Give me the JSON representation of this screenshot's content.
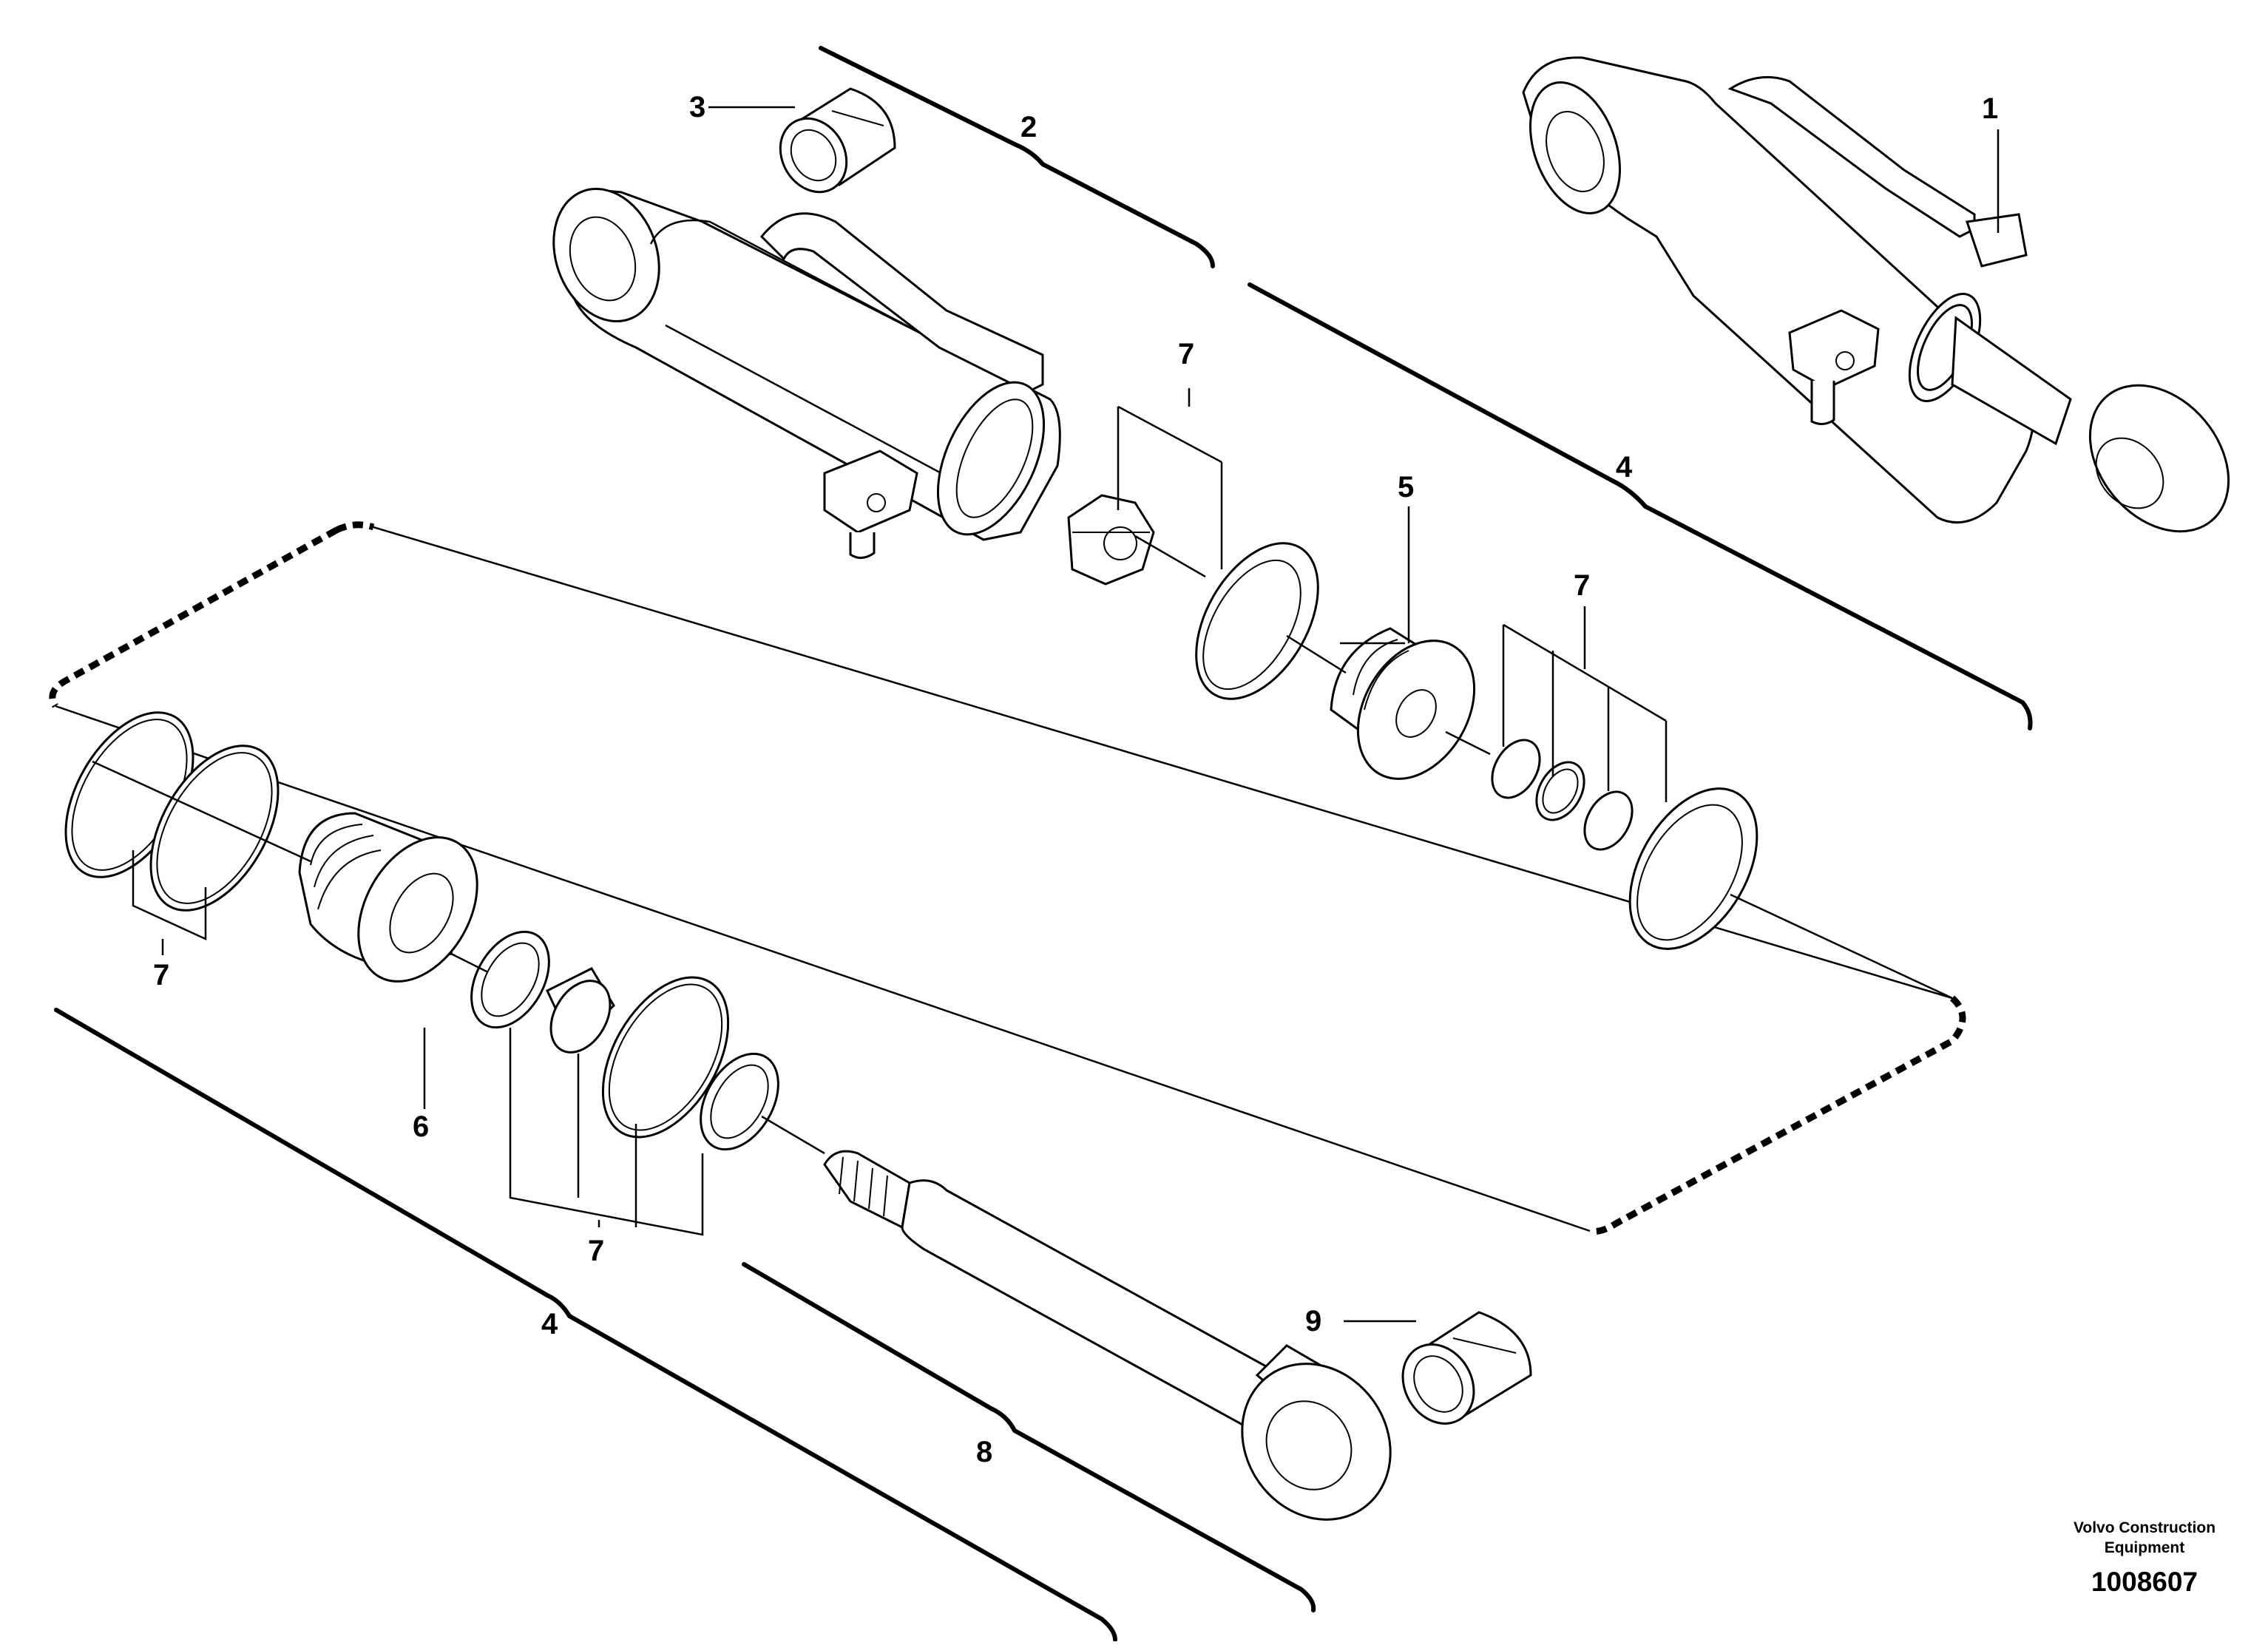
{
  "diagram": {
    "callouts": {
      "c1": "1",
      "c2": "2",
      "c3": "3",
      "c4a": "4",
      "c4b": "4",
      "c5": "5",
      "c6": "6",
      "c7a": "7",
      "c7b": "7",
      "c7c": "7",
      "c7d": "7",
      "c8": "8",
      "c9": "9"
    },
    "branding": {
      "line1": "Volvo Construction",
      "line2": "Equipment",
      "drawing_number": "1008607"
    }
  }
}
